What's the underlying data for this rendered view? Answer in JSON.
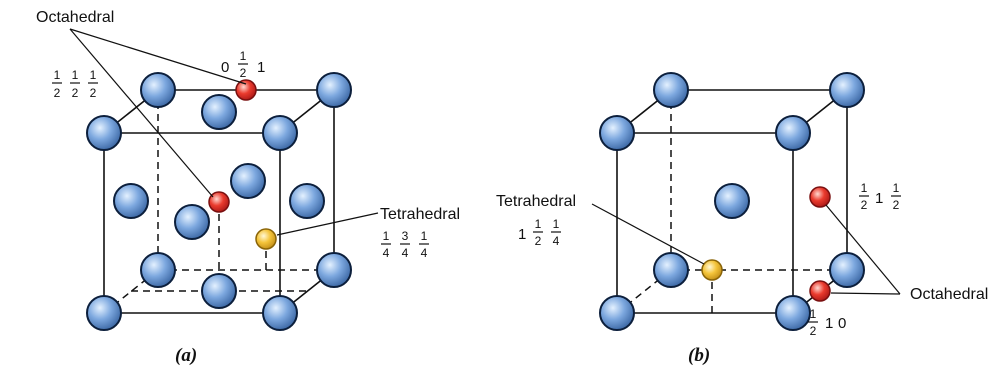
{
  "colors": {
    "host_atom": "#5f8fcf",
    "octahedral_site": "#e0302a",
    "tetrahedral_site": "#f1c236",
    "lines": "#111111"
  },
  "panel_a": {
    "caption": "(a)",
    "octahedral_label": "Octahedral",
    "oct_top_coord": [
      "0",
      "1",
      "2",
      "1"
    ],
    "oct_center_coord": [
      "1",
      "2",
      "1",
      "2",
      "1",
      "2"
    ],
    "tetrahedral_label": "Tetrahedral",
    "tet_coord": [
      "1",
      "4",
      "3",
      "4",
      "1",
      "4"
    ]
  },
  "panel_b": {
    "caption": "(b)",
    "tetrahedral_label": "Tetrahedral",
    "tet_coord": [
      "1",
      "1",
      "2",
      "1",
      "4"
    ],
    "oct_right_coord": [
      "1",
      "2",
      "1",
      "1",
      "2"
    ],
    "oct_bottom_coord": [
      "1",
      "2",
      "1",
      "0"
    ],
    "octahedral_label": "Octahedral"
  }
}
